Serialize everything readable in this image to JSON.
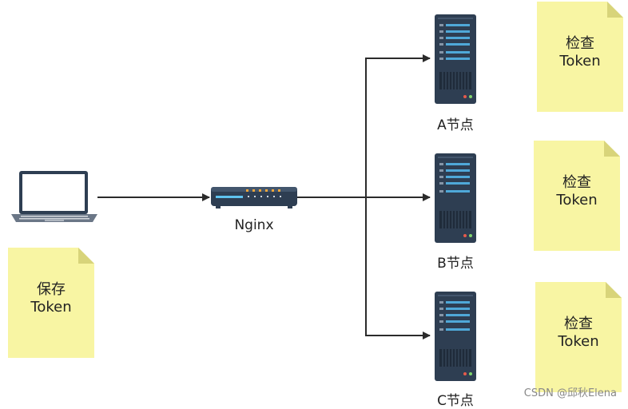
{
  "client": {
    "note_line1": "保存",
    "note_line2": "Token"
  },
  "proxy": {
    "label": "Nginx"
  },
  "servers": [
    {
      "label": "A节点",
      "note_line1": "检查",
      "note_line2": "Token"
    },
    {
      "label": "B节点",
      "note_line1": "检查",
      "note_line2": "Token"
    },
    {
      "label": "C节点",
      "note_line1": "检查",
      "note_line2": "Token"
    }
  ],
  "watermark": "CSDN @邱秋Elena",
  "colors": {
    "note_fill": "#f8f5a3",
    "note_fold": "#d8d47a",
    "arrow": "#2b2b2b",
    "device_dark": "#2e3e52"
  }
}
